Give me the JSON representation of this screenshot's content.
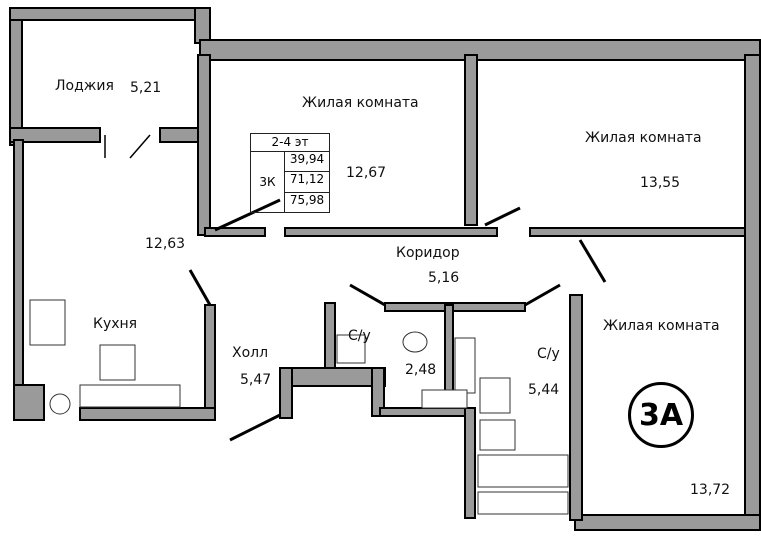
{
  "apartment_code": "3A",
  "summary_table": {
    "floors": "2-4 эт",
    "type": "3К",
    "living_area": "39,94",
    "total_area": "71,12",
    "total_with_loggia": "75,98"
  },
  "rooms": [
    {
      "name": "Лоджия",
      "area": "5,21"
    },
    {
      "name": "Жилая комната",
      "area": "12,67"
    },
    {
      "name": "Жилая комната",
      "area": "13,55"
    },
    {
      "name": "Кухня",
      "area": "12,63"
    },
    {
      "name": "Коридор",
      "area": "5,16"
    },
    {
      "name": "Холл",
      "area": "5,47"
    },
    {
      "name": "С/у",
      "area": "2,48"
    },
    {
      "name": "С/у",
      "area": "5,44"
    },
    {
      "name": "Жилая комната",
      "area": "13,72"
    }
  ]
}
